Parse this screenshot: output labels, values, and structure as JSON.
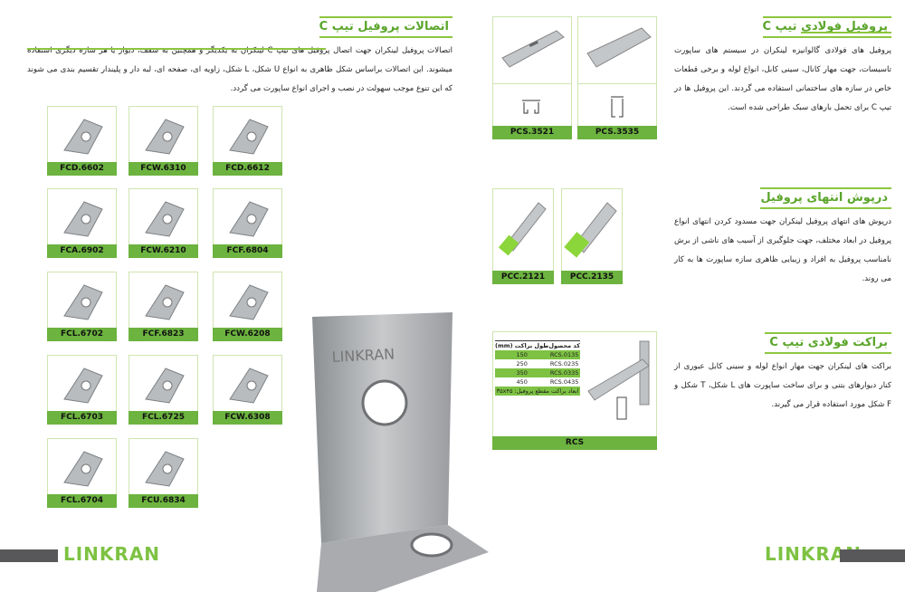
{
  "left_page": {
    "title": "اتصالات پروفیل تیپ C",
    "body": "اتصالات پروفیل لینکران جهت اتصال پروفیل های تیپ C لینکران به یکدیگر و همچنین به سقف، دیوار یا هر سازه دیگری استفاده میشوند. این اتصالات براساس شکل ظاهری به انواع U شکل، L شکل، زاویه ای، صفحه ای، لبه دار و پلیندار تقسیم بندی می شوند که این تنوع موجب سهولت در نصب و اجرای انواع ساپورت می گردد.",
    "products": [
      "FCD.6602",
      "FCW.6310",
      "FCD.6612",
      "FCA.6902",
      "FCW.6210",
      "FCF.6804",
      "FCL.6702",
      "FCF.6823",
      "FCW.6208",
      "FCL.6703",
      "FCL.6725",
      "FCW.6308",
      "FCL.6704",
      "FCU.6834"
    ],
    "logo": "LINKRAN"
  },
  "right_page": {
    "profile": {
      "title": "پروفیل فولادی تیپ C",
      "body": "پروفیل های فولادی گالوانیزه لینکران در سیستم های ساپورت تاسیسات، جهت مهار کانال، سینی کابل، انواع لوله و برخی قطعات خاص در سازه های ساختمانی استفاده می گردند. این پروفیل ها در تیپ C برای تحمل بارهای سبک طراحی شده است.",
      "products": [
        "PCS.3521",
        "PCS.3535"
      ]
    },
    "endcap": {
      "title": "درپوش انتهای پروفیل",
      "body": "درپوش های انتهای پروفیل لینکران جهت مسدود کردن انتهای انواع پروفیل در ابعاد مختلف، جهت جلوگیری از آسیب های ناشی از برش نامناسب پروفیل به افراد و زیبایی ظاهری سازه ساپورت ها به کار می روند.",
      "products": [
        "PCC.2121",
        "PCC.2135"
      ]
    },
    "bracket": {
      "title": "براکت فولادی تیپ C",
      "body": "براکت های لینکران جهت مهار انواع لوله و سینی کابل عبوری از کنار دیوارهای بتنی و برای ساخت ساپورت های L شکل، T شکل و F شکل مورد استفاده قرار می گیرند.",
      "label": "RCS",
      "table": {
        "headers": [
          "کد محصول",
          "طول براکت (mm)"
        ],
        "rows": [
          [
            "RCS.0135",
            "150"
          ],
          [
            "RCS.0235",
            "250"
          ],
          [
            "RCS.0335",
            "350"
          ],
          [
            "RCS.0435",
            "450"
          ]
        ],
        "footer": "ابعاد براکت مقطع پروفیل: ۳۵x۴۵"
      }
    },
    "logo": "LINKRAN"
  },
  "colors": {
    "accent": "#7dc242",
    "label_bg": "#6cb33f",
    "footer_bar": "#58585a"
  }
}
